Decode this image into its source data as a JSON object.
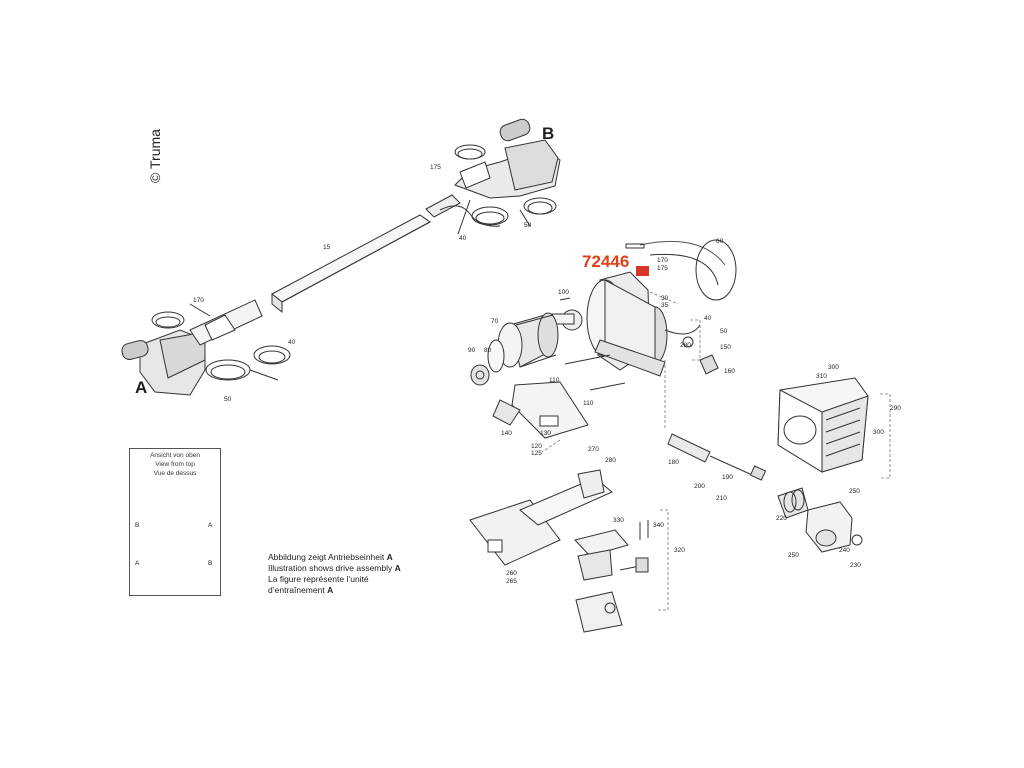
{
  "copyright": "© Truma",
  "highlight_part": "72446",
  "assemblies": {
    "a": "A",
    "b": "B"
  },
  "labels": {
    "l175_top": "175",
    "l15": "15",
    "l40_b": "40",
    "l50_b": "50",
    "l170_a": "170",
    "l40_a": "40",
    "l50_a": "50",
    "l60": "60",
    "l170_m": "170",
    "l175_m": "175",
    "l100": "100",
    "l30": "30",
    "l35": "35",
    "l70": "70",
    "l90": "90",
    "l80": "80",
    "l40_m": "40",
    "l50_m": "50",
    "l280": "280",
    "l150": "150",
    "l160": "160",
    "l110_a": "110",
    "l110_b": "110",
    "l140": "140",
    "l130": "130",
    "l120": "120",
    "l125": "125",
    "l300_a": "300",
    "l310": "310",
    "l290": "290",
    "l300_b": "300",
    "l270": "270",
    "l280_b": "280",
    "l180": "180",
    "l190": "190",
    "l200": "200",
    "l210": "210",
    "l250_a": "250",
    "l220": "220",
    "l330": "330",
    "l340": "340",
    "l320": "320",
    "l260": "260",
    "l265": "265",
    "l240": "240",
    "l250_b": "250",
    "l230": "230"
  },
  "inset": {
    "title_de": "Ansicht von oben",
    "title_en": "View from top",
    "title_fr": "Vue de dessus",
    "side_a": "A",
    "side_b": "B"
  },
  "caption": {
    "de_text": "Abbildung zeigt Antriebseinheit ",
    "en_text": "Illustration shows drive assembly ",
    "fr_text1": "La figure représente l’unité",
    "fr_text2": "d’entraînement ",
    "letter": "A"
  }
}
